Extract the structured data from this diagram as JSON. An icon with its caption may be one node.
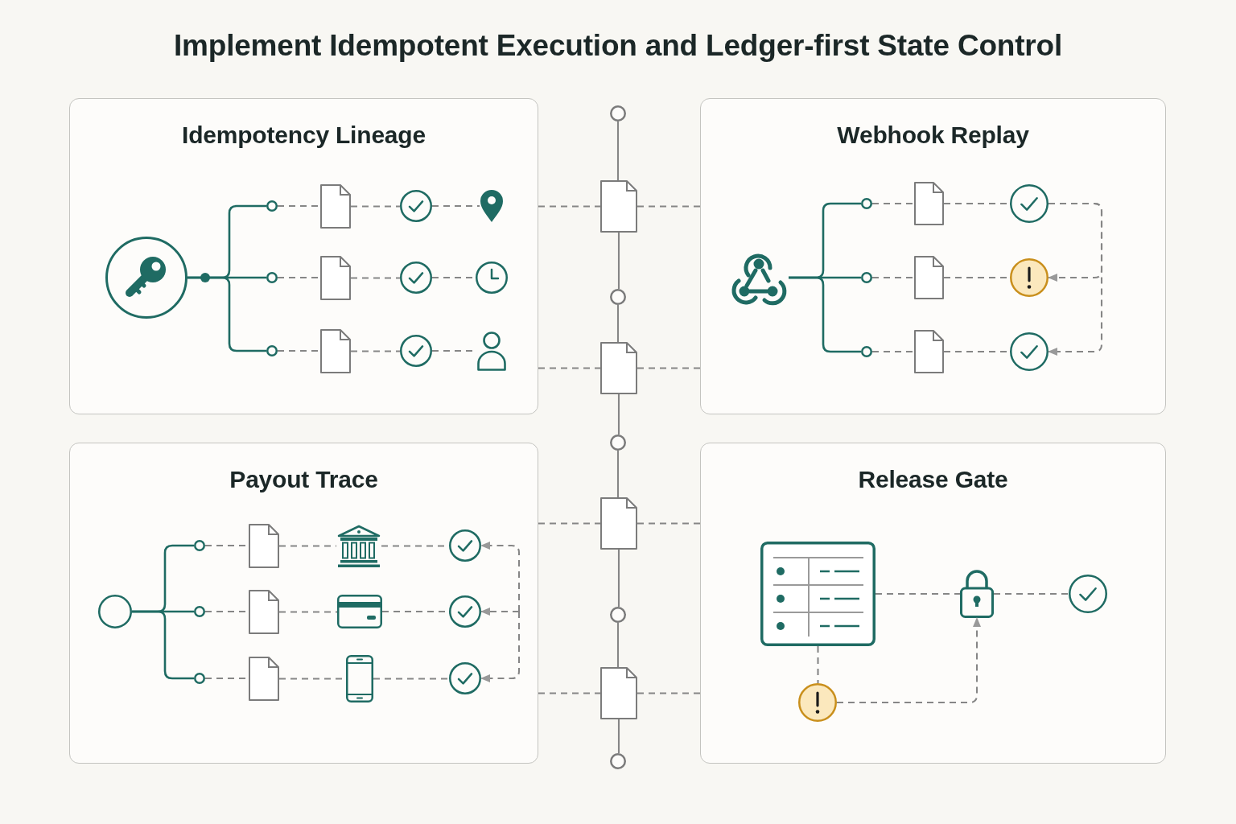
{
  "diagram": {
    "title": "Implement Idempotent Execution and Ledger-first State Control",
    "nodes": [
      {
        "text": [
          "Idempotency Lineage"
        ]
      },
      {
        "text": [],
        "shape": "key",
        "in": 0
      },
      {
        "text": [],
        "shape": "circle",
        "in": 0
      },
      {
        "text": [],
        "shape": "circle",
        "in": 0
      },
      {
        "text": [],
        "shape": "circle",
        "in": 0
      },
      {
        "text": [],
        "shape": "document",
        "in": 0
      },
      {
        "text": [],
        "shape": "document",
        "in": 0
      },
      {
        "text": [],
        "shape": "document",
        "in": 0
      },
      {
        "text": [],
        "shape": "checkmark",
        "in": 0
      },
      {
        "text": [],
        "shape": "checkmark",
        "in": 0
      },
      {
        "text": [],
        "shape": "checkmark",
        "in": 0
      },
      {
        "text": [],
        "shape": "pin",
        "in": 0
      },
      {
        "text": [],
        "shape": "clock",
        "in": 0
      },
      {
        "text": [],
        "shape": "person",
        "in": 0
      },
      {
        "text": [
          "Webhook Replay"
        ]
      },
      {
        "text": [],
        "shape": "webhook",
        "in": 14
      },
      {
        "text": [],
        "shape": "circle",
        "in": 14
      },
      {
        "text": [],
        "shape": "circle",
        "in": 14
      },
      {
        "text": [],
        "shape": "circle",
        "in": 14
      },
      {
        "text": [],
        "shape": "document",
        "in": 14
      },
      {
        "text": [],
        "shape": "document",
        "in": 14
      },
      {
        "text": [],
        "shape": "document",
        "in": 14
      },
      {
        "text": [],
        "shape": "checkmark",
        "in": 14
      },
      {
        "text": [],
        "shape": "warning",
        "in": 14
      },
      {
        "text": [],
        "shape": "checkmark",
        "in": 14
      },
      {
        "text": [
          "Payout Trace"
        ]
      },
      {
        "text": [],
        "shape": "circle",
        "in": 25
      },
      {
        "text": [],
        "shape": "circle",
        "in": 25
      },
      {
        "text": [],
        "shape": "circle",
        "in": 25
      },
      {
        "text": [],
        "shape": "circle",
        "in": 25
      },
      {
        "text": [],
        "shape": "document",
        "in": 25
      },
      {
        "text": [],
        "shape": "document",
        "in": 25
      },
      {
        "text": [],
        "shape": "document",
        "in": 25
      },
      {
        "text": [],
        "shape": "bank",
        "in": 25
      },
      {
        "text": [],
        "shape": "card",
        "in": 25
      },
      {
        "text": [],
        "shape": "phone",
        "in": 25
      },
      {
        "text": [],
        "shape": "checkmark",
        "in": 25
      },
      {
        "text": [],
        "shape": "checkmark",
        "in": 25
      },
      {
        "text": [],
        "shape": "checkmark",
        "in": 25
      },
      {
        "text": [
          "Release Gate"
        ]
      },
      {
        "text": [],
        "shape": "table",
        "in": 39
      },
      {
        "text": [],
        "shape": "lock",
        "in": 39
      },
      {
        "text": [],
        "shape": "checkmark",
        "in": 39
      },
      {
        "text": [],
        "shape": "warning",
        "in": 39
      },
      {
        "text": [],
        "shape": "circle"
      },
      {
        "text": [],
        "shape": "document"
      },
      {
        "text": [],
        "shape": "circle"
      },
      {
        "text": [],
        "shape": "document"
      },
      {
        "text": [],
        "shape": "circle"
      },
      {
        "text": [],
        "shape": "document"
      },
      {
        "text": [],
        "shape": "circle"
      },
      {
        "text": [],
        "shape": "document"
      },
      {
        "text": [],
        "shape": "circle"
      }
    ],
    "edges": [
      {
        "from": 1,
        "to": 2,
        "arrow": "none",
        "color": "#1f6b63"
      },
      {
        "from": 1,
        "to": 3,
        "arrow": "none",
        "color": "#1f6b63"
      },
      {
        "from": 1,
        "to": 4,
        "arrow": "none",
        "color": "#1f6b63"
      },
      {
        "from": 2,
        "to": 5,
        "arrow": "none",
        "style": "dashed"
      },
      {
        "from": 3,
        "to": 6,
        "arrow": "none",
        "style": "dashed"
      },
      {
        "from": 4,
        "to": 7,
        "arrow": "none",
        "style": "dashed"
      },
      {
        "from": 5,
        "to": 8,
        "arrow": "none",
        "style": "dashed"
      },
      {
        "from": 6,
        "to": 9,
        "arrow": "none",
        "style": "dashed"
      },
      {
        "from": 7,
        "to": 10,
        "arrow": "none",
        "style": "dashed"
      },
      {
        "from": 8,
        "to": 11,
        "arrow": "none",
        "style": "dashed"
      },
      {
        "from": 9,
        "to": 12,
        "arrow": "none",
        "style": "dashed"
      },
      {
        "from": 10,
        "to": 13,
        "arrow": "none",
        "style": "dashed"
      },
      {
        "from": 15,
        "to": 16,
        "arrow": "none",
        "color": "#1f6b63"
      },
      {
        "from": 15,
        "to": 17,
        "arrow": "none",
        "color": "#1f6b63"
      },
      {
        "from": 15,
        "to": 18,
        "arrow": "none",
        "color": "#1f6b63"
      },
      {
        "from": 16,
        "to": 19,
        "arrow": "none",
        "style": "dashed"
      },
      {
        "from": 17,
        "to": 20,
        "arrow": "none",
        "style": "dashed"
      },
      {
        "from": 18,
        "to": 21,
        "arrow": "none",
        "style": "dashed"
      },
      {
        "from": 19,
        "to": 22,
        "arrow": "none",
        "style": "dashed"
      },
      {
        "from": 20,
        "to": 23,
        "arrow": "none",
        "style": "dashed"
      },
      {
        "from": 21,
        "to": 24,
        "arrow": "none",
        "style": "dashed"
      },
      {
        "from": 22,
        "to": 23,
        "arrow": "to",
        "style": "dashed"
      },
      {
        "from": 22,
        "to": 24,
        "arrow": "to",
        "style": "dashed"
      },
      {
        "from": 26,
        "to": 27,
        "arrow": "none",
        "color": "#1f6b63"
      },
      {
        "from": 26,
        "to": 28,
        "arrow": "none",
        "color": "#1f6b63"
      },
      {
        "from": 26,
        "to": 29,
        "arrow": "none",
        "color": "#1f6b63"
      },
      {
        "from": 27,
        "to": 30,
        "arrow": "none",
        "style": "dashed"
      },
      {
        "from": 28,
        "to": 31,
        "arrow": "none",
        "style": "dashed"
      },
      {
        "from": 29,
        "to": 32,
        "arrow": "none",
        "style": "dashed"
      },
      {
        "from": 30,
        "to": 33,
        "arrow": "none",
        "style": "dashed"
      },
      {
        "from": 31,
        "to": 34,
        "arrow": "none",
        "style": "dashed"
      },
      {
        "from": 32,
        "to": 35,
        "arrow": "none",
        "style": "dashed"
      },
      {
        "from": 33,
        "to": 36,
        "arrow": "none",
        "style": "dashed"
      },
      {
        "from": 34,
        "to": 37,
        "arrow": "none",
        "style": "dashed"
      },
      {
        "from": 35,
        "to": 38,
        "arrow": "none",
        "style": "dashed"
      },
      {
        "from": null,
        "to": 36,
        "arrow": "to",
        "style": "dashed"
      },
      {
        "from": null,
        "to": 37,
        "arrow": "to",
        "style": "dashed"
      },
      {
        "from": null,
        "to": 38,
        "arrow": "to",
        "style": "dashed"
      },
      {
        "from": 40,
        "to": 41,
        "arrow": "none",
        "style": "dashed"
      },
      {
        "from": 41,
        "to": 42,
        "arrow": "none",
        "style": "dashed"
      },
      {
        "from": 40,
        "to": 43,
        "arrow": "none",
        "style": "dashed"
      },
      {
        "from": 43,
        "to": 41,
        "arrow": "to",
        "style": "dashed"
      },
      {
        "from": 0,
        "to": 45,
        "arrow": "none",
        "style": "dashed"
      },
      {
        "from": 45,
        "to": 14,
        "arrow": "none",
        "style": "dashed"
      },
      {
        "from": 0,
        "to": 47,
        "arrow": "none",
        "style": "dashed"
      },
      {
        "from": 47,
        "to": 14,
        "arrow": "none",
        "style": "dashed"
      },
      {
        "from": 25,
        "to": 49,
        "arrow": "none",
        "style": "dashed"
      },
      {
        "from": 49,
        "to": 39,
        "arrow": "none",
        "style": "dashed"
      },
      {
        "from": 25,
        "to": 51,
        "arrow": "none",
        "style": "dashed"
      },
      {
        "from": 51,
        "to": 39,
        "arrow": "none",
        "style": "dashed"
      },
      {
        "from": 44,
        "to": 45,
        "arrow": "none"
      },
      {
        "from": 45,
        "to": 46,
        "arrow": "none"
      },
      {
        "from": 46,
        "to": 47,
        "arrow": "none"
      },
      {
        "from": 47,
        "to": 48,
        "arrow": "none"
      },
      {
        "from": 48,
        "to": 49,
        "arrow": "none"
      },
      {
        "from": 49,
        "to": 50,
        "arrow": "none"
      },
      {
        "from": 50,
        "to": 51,
        "arrow": "none"
      },
      {
        "from": 51,
        "to": 52,
        "arrow": "none"
      }
    ]
  }
}
